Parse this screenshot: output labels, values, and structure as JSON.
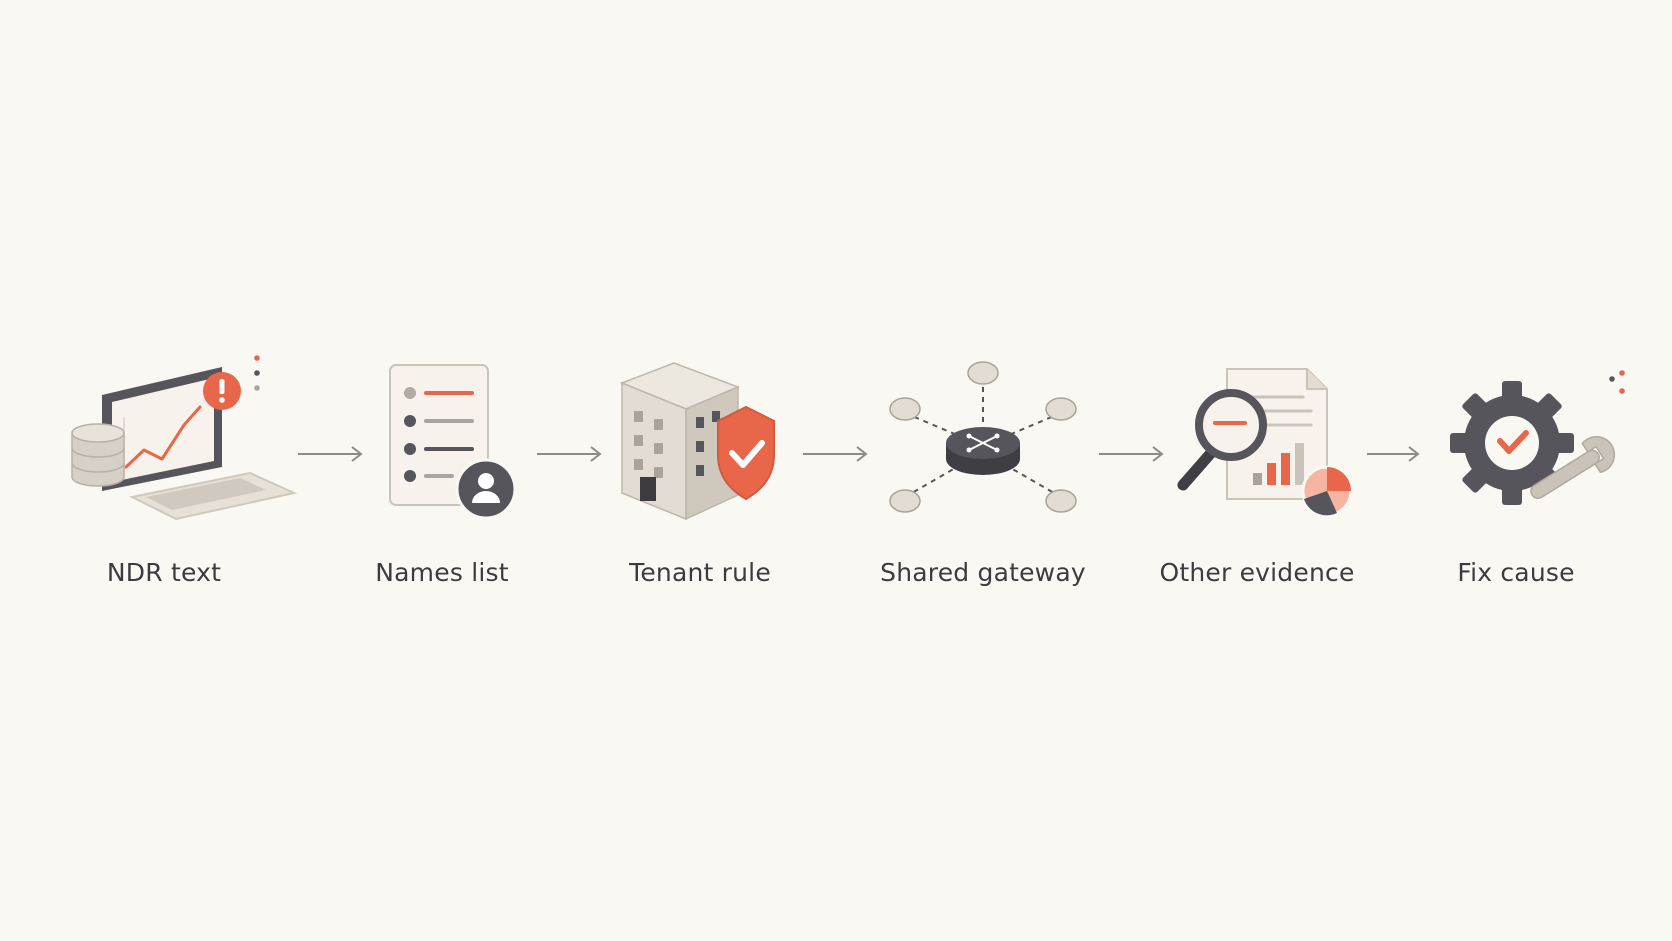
{
  "colors": {
    "background": "#faf8f3",
    "accent": "#e8674a",
    "dark": "#56555b",
    "light": "#e9e4dc",
    "text": "#3d3b3f"
  },
  "steps": [
    {
      "label": "NDR text",
      "icon": "laptop-alert-icon"
    },
    {
      "label": "Names list",
      "icon": "names-list-icon"
    },
    {
      "label": "Tenant rule",
      "icon": "building-shield-icon"
    },
    {
      "label": "Shared gateway",
      "icon": "network-gateway-icon"
    },
    {
      "label": "Other evidence",
      "icon": "magnifier-report-icon"
    },
    {
      "label": "Fix cause",
      "icon": "gear-wrench-icon"
    }
  ]
}
